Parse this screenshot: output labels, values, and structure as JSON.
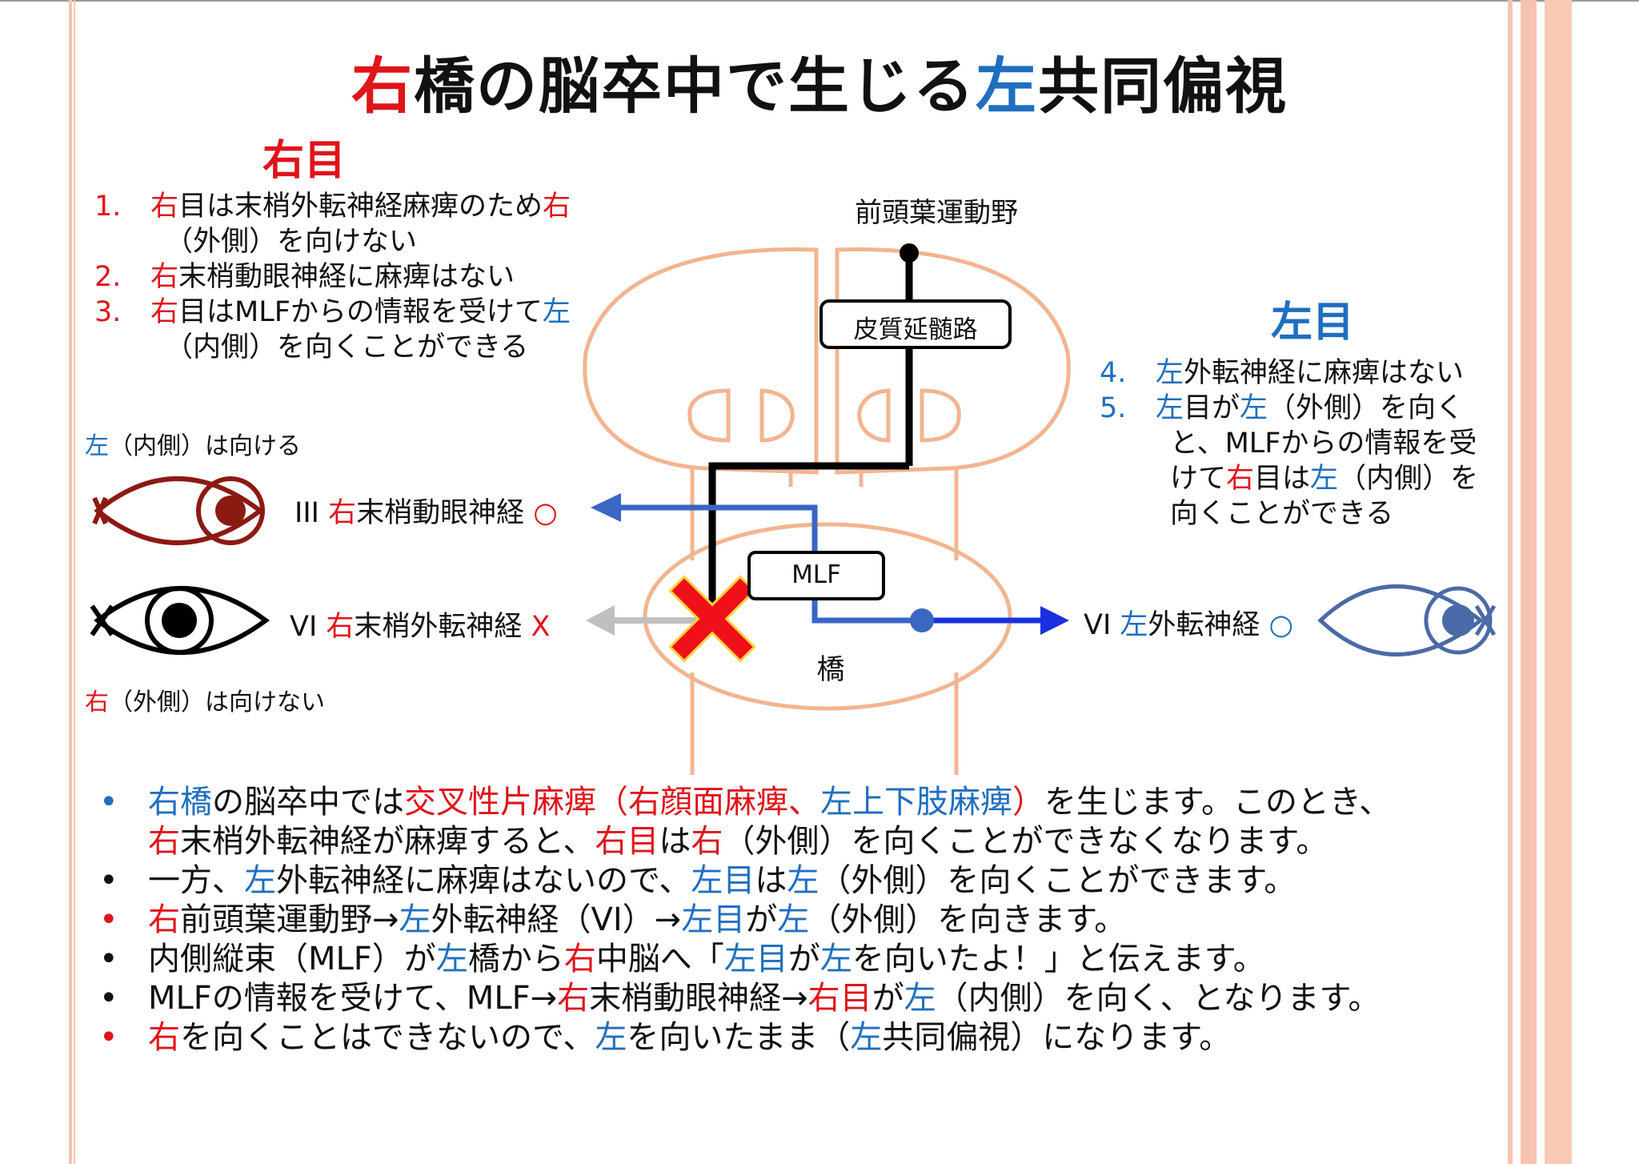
{
  "title": {
    "p1": "右",
    "p2": "橋の脳卒中で生じる",
    "p3": "左",
    "p4": "共同偏視"
  },
  "right_eye": {
    "heading": "右目",
    "items": [
      {
        "num": "1.",
        "lines": [
          [
            [
              "右",
              "red"
            ],
            [
              "目は末梢外転神経麻痺のため",
              "dark"
            ],
            [
              "右",
              "red"
            ]
          ],
          [
            [
              "（外側）を向けない",
              "dark"
            ]
          ]
        ]
      },
      {
        "num": "2.",
        "lines": [
          [
            [
              "右",
              "red"
            ],
            [
              "末梢動眼神経に麻痺はない",
              "dark"
            ]
          ]
        ]
      },
      {
        "num": "3.",
        "lines": [
          [
            [
              "右",
              "red"
            ],
            [
              "目はMLFからの情報を受けて",
              "dark"
            ],
            [
              "左",
              "blue"
            ]
          ],
          [
            [
              "（内側）を向くことができる",
              "dark"
            ]
          ]
        ]
      }
    ]
  },
  "left_eye": {
    "heading": "左目",
    "items": [
      {
        "num": "4.",
        "lines": [
          [
            [
              "左",
              "blue"
            ],
            [
              "外転神経に麻痺はない",
              "dark"
            ]
          ]
        ]
      },
      {
        "num": "5.",
        "lines": [
          [
            [
              "左",
              "blue"
            ],
            [
              "目が",
              "dark"
            ],
            [
              "左",
              "blue"
            ],
            [
              "（外側）を向く",
              "dark"
            ]
          ],
          [
            [
              "と、MLFからの情報を受",
              "dark"
            ]
          ],
          [
            [
              "けて",
              "dark"
            ],
            [
              "右",
              "red"
            ],
            [
              "目は",
              "dark"
            ],
            [
              "左",
              "blue"
            ],
            [
              "（内側）を",
              "dark"
            ]
          ],
          [
            [
              "向くことができる",
              "dark"
            ]
          ]
        ]
      }
    ]
  },
  "labels": {
    "frontal": "前頭葉運動野",
    "corticobulbar": "皮質延髄路",
    "mlf": "MLF",
    "pons": "橋",
    "left_inward": [
      [
        "左",
        "blue"
      ],
      [
        "（内側）は向ける",
        "dark"
      ]
    ],
    "right_outward": [
      [
        "右",
        "red"
      ],
      [
        "（外側）は向けない",
        "dark"
      ]
    ],
    "nerve_iii": [
      [
        "III ",
        "dark"
      ],
      [
        "右",
        "red"
      ],
      [
        "末梢動眼神経 ",
        "dark"
      ],
      [
        "○",
        "red"
      ]
    ],
    "nerve_vi_right": [
      [
        "VI ",
        "dark"
      ],
      [
        "右",
        "red"
      ],
      [
        "末梢外転神経 ",
        "dark"
      ],
      [
        "X",
        "red"
      ]
    ],
    "nerve_vi_left": [
      [
        "VI ",
        "dark"
      ],
      [
        "左",
        "blue"
      ],
      [
        "外転神経 ",
        "dark"
      ],
      [
        "○",
        "blue"
      ]
    ]
  },
  "bullets": [
    {
      "dot": "•",
      "dot_color": "blue",
      "lines": [
        [
          [
            "右橋",
            "blue"
          ],
          [
            "の脳卒中では",
            "dark"
          ],
          [
            "交叉性片麻痺（右顔面麻痺、",
            "red"
          ],
          [
            "左上下肢麻痺",
            "blue"
          ],
          [
            "）",
            "red"
          ],
          [
            "を生じます。このとき、",
            "dark"
          ]
        ],
        [
          [
            "右",
            "red"
          ],
          [
            "末梢外転神経が麻痺すると、",
            "dark"
          ],
          [
            "右目",
            "red"
          ],
          [
            "は",
            "dark"
          ],
          [
            "右",
            "red"
          ],
          [
            "（外側）を向くことができなくなります。",
            "dark"
          ]
        ]
      ]
    },
    {
      "dot": "•",
      "dot_color": "dark",
      "lines": [
        [
          [
            "一方、",
            "dark"
          ],
          [
            "左",
            "blue"
          ],
          [
            "外転神経に麻痺はないので、",
            "dark"
          ],
          [
            "左目",
            "blue"
          ],
          [
            "は",
            "dark"
          ],
          [
            "左",
            "blue"
          ],
          [
            "（外側）を向くことができます。",
            "dark"
          ]
        ]
      ]
    },
    {
      "dot": "•",
      "dot_color": "red",
      "lines": [
        [
          [
            "右",
            "red"
          ],
          [
            "前頭葉運動野→",
            "dark"
          ],
          [
            "左",
            "blue"
          ],
          [
            "外転神経（VI）→",
            "dark"
          ],
          [
            "左目",
            "blue"
          ],
          [
            "が",
            "dark"
          ],
          [
            "左",
            "blue"
          ],
          [
            "（外側）を向きます。",
            "dark"
          ]
        ]
      ]
    },
    {
      "dot": "•",
      "dot_color": "dark",
      "lines": [
        [
          [
            "内側縦束（MLF）が",
            "dark"
          ],
          [
            "左",
            "blue"
          ],
          [
            "橋から",
            "dark"
          ],
          [
            "右",
            "red"
          ],
          [
            "中脳へ「",
            "dark"
          ],
          [
            "左目",
            "blue"
          ],
          [
            "が",
            "dark"
          ],
          [
            "左",
            "blue"
          ],
          [
            "を向いたよ！」と伝えます。",
            "dark"
          ]
        ]
      ]
    },
    {
      "dot": "•",
      "dot_color": "dark",
      "lines": [
        [
          [
            "MLFの情報を受けて、MLF→",
            "dark"
          ],
          [
            "右",
            "red"
          ],
          [
            "末梢動眼神経→",
            "dark"
          ],
          [
            "右目",
            "red"
          ],
          [
            "が",
            "dark"
          ],
          [
            "左",
            "blue"
          ],
          [
            "（内側）を向く、となります。",
            "dark"
          ]
        ]
      ]
    },
    {
      "dot": "•",
      "dot_color": "red",
      "lines": [
        [
          [
            "右",
            "red"
          ],
          [
            "を向くことはできないので、",
            "dark"
          ],
          [
            "左",
            "blue"
          ],
          [
            "を向いたまま（",
            "dark"
          ],
          [
            "左",
            "blue"
          ],
          [
            "共同偏視）になります。",
            "dark"
          ]
        ]
      ]
    }
  ],
  "colors": {
    "red": "#e0141b",
    "blue": "#1f6fbf",
    "dark": "#111111",
    "brain_outline": "#f2b58f",
    "stripe": "#f7c3b0",
    "pathway_blue": "#3a66c4",
    "eye_dark_red": "#8b1a12",
    "eye_blue": "#4a6aa8"
  }
}
